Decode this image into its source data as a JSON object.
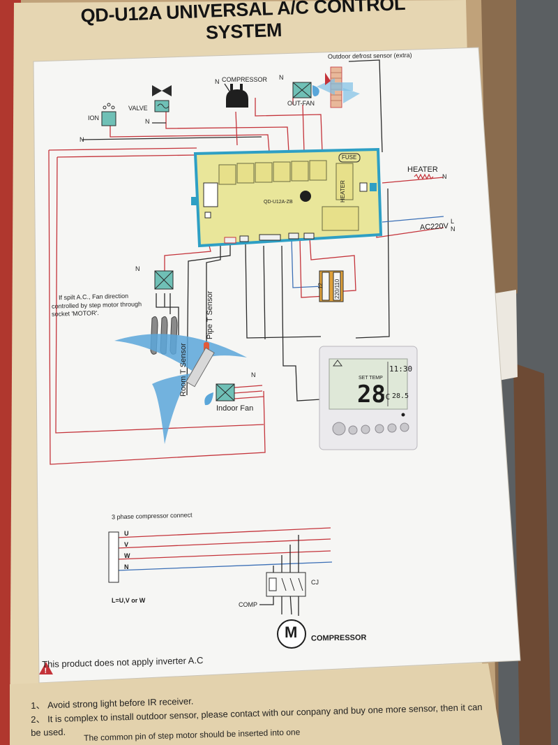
{
  "title": "QD-U12A  UNIVERSAL A/C CONTROL SYSTEM",
  "colors": {
    "wire_red": "#c4333a",
    "wire_blue": "#3b6fb6",
    "wire_black": "#2a2a2a",
    "board": "#e9e69a",
    "board_border": "#2e9fc4",
    "fan_blue": "#5aa6d9"
  },
  "labels": {
    "outdoor_defrost": "Outdoor defrost sensor (extra)",
    "compressor": "COMPRESSOR",
    "out_fan": "OUT-FAN",
    "valve": "VALVE",
    "ion": "ION",
    "n": "N",
    "heater": "HEATER",
    "fuse": "FUSE",
    "board_model": "QD-U12A-ZB",
    "board_heater": "HEATER",
    "ac220": "AC220V",
    "l": "L",
    "transformer_a": "12",
    "transformer_b": "220/110",
    "split_note": "If spilt A.C., Fan direction",
    "split_note2": "controlled by step motor through",
    "split_note3": "socket 'MOTOR'.",
    "room_sensor": "Room T Sensor",
    "pipe_sensor": "Pipe T Sensor",
    "indoor_fan": "Indoor Fan",
    "three_phase": "3 phase compressor connect",
    "u": "U",
    "v": "V",
    "w": "W",
    "n2": "N",
    "luvw": "L=U,V or W",
    "comp": "COMP",
    "cj": "CJ",
    "motor": "M",
    "compressor2": "COMPRESSOR",
    "warning": "This product does not apply inverter A.C",
    "set_temp": "SET TEMP",
    "temp_value": "28",
    "temp_unit": "°C",
    "clock": "11:30",
    "lcd_small": "28.5"
  },
  "notes": [
    "1、 Avoid strong light before IR receiver.",
    "2、 It is complex to install outdoor sensor, please contact with our conpany and buy one more sensor, then it can",
    "     be used.",
    "                                                        The common pin of step motor should be inserted into one"
  ]
}
